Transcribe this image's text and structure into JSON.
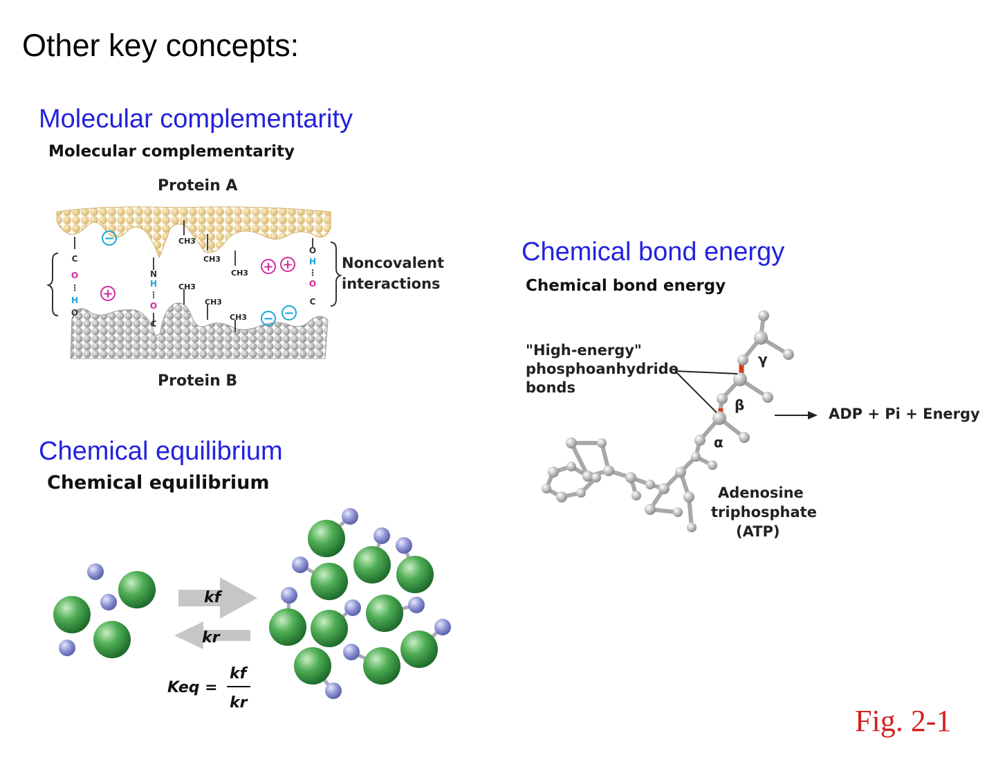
{
  "slide_title": "Other key concepts:",
  "sections": {
    "molecular": {
      "heading": "Molecular complementarity",
      "figure_caption": "Molecular complementarity",
      "protein_a": "Protein A",
      "protein_b": "Protein B",
      "interactions_label": [
        "Noncovalent",
        "interactions"
      ],
      "group_labels": [
        "CH3",
        "CH3",
        "CH3",
        "CH3",
        "CH3",
        "CH3"
      ],
      "charges": [
        "+",
        "+",
        "+",
        "−",
        "−",
        "−"
      ]
    },
    "bond_energy": {
      "heading": "Chemical bond energy",
      "figure_caption": "Chemical bond energy",
      "high_energy_label": [
        "\"High-energy\"",
        "phosphoanhydride",
        "bonds"
      ],
      "greek_labels": [
        "γ",
        "β",
        "α"
      ],
      "products": "ADP + Pi + Energy",
      "molecule_label": [
        "Adenosine",
        "triphosphate",
        "(ATP)"
      ]
    },
    "equilibrium": {
      "heading": "Chemical equilibrium",
      "figure_caption": "Chemical equilibrium",
      "forward_rate": "kf",
      "reverse_rate": "kr",
      "keq_label": "Keq =",
      "keq_numerator": "kf",
      "keq_denominator": "kr"
    }
  },
  "figure_ref": "Fig. 2-1",
  "colors": {
    "heading": "#2222dd",
    "figure_ref": "#d42020",
    "bond_highlight": "#d23a1a",
    "protein_a": "#e8cc8a",
    "protein_b": "#b4b4b4",
    "green_sphere": "#2f8f3f",
    "blue_sphere": "#8a8fd0"
  }
}
